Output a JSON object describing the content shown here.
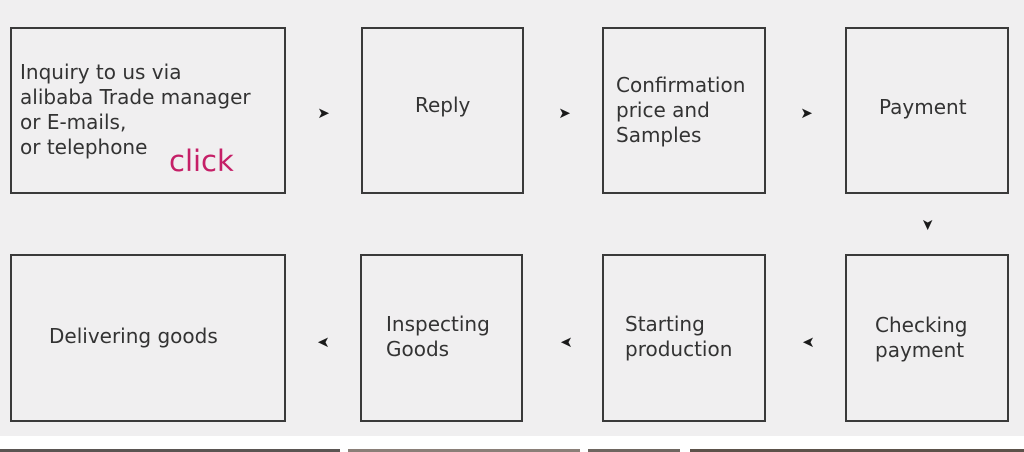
{
  "steps": [
    {
      "id": "inquiry",
      "lines": [
        "Inquiry to us via",
        "alibaba Trade manager",
        "or E-mails,",
        "or telephone"
      ],
      "link": "click"
    },
    {
      "id": "reply",
      "lines": [
        "Reply"
      ]
    },
    {
      "id": "confirmation",
      "lines": [
        "Confirmation",
        "price and",
        "Samples"
      ]
    },
    {
      "id": "payment",
      "lines": [
        "Payment"
      ]
    },
    {
      "id": "checking-payment",
      "lines": [
        "Checking",
        "payment"
      ]
    },
    {
      "id": "starting-production",
      "lines": [
        "Starting",
        "production"
      ]
    },
    {
      "id": "inspecting-goods",
      "lines": [
        "Inspecting",
        "Goods"
      ]
    },
    {
      "id": "delivering-goods",
      "lines": [
        "Delivering goods"
      ]
    }
  ],
  "arrow_icons": {
    "right": "arrow-right-icon",
    "down": "arrow-down-icon",
    "left": "arrow-left-icon"
  },
  "colors": {
    "link": "#c51f67",
    "border": "#3a3a3a",
    "text": "#333333",
    "background": "#f0eff0"
  }
}
